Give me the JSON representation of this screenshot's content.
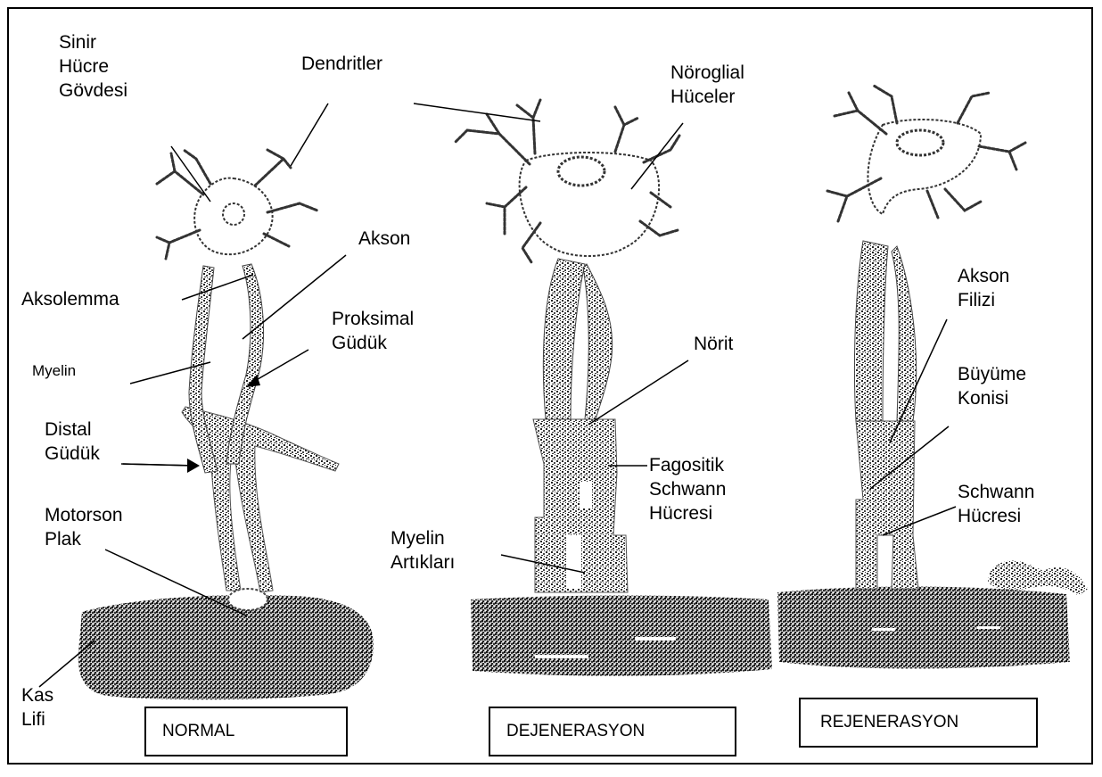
{
  "panels": {
    "normal": "NORMAL",
    "degeneration": "DEJENERASYON",
    "regeneration": "REJENERASYON"
  },
  "labels": {
    "cell_body": [
      "Sinir",
      "Hücre",
      "Gövdesi"
    ],
    "dendrites": "Dendritler",
    "neuroglial": [
      "Nöroglial",
      "Hüceler"
    ],
    "axon": "Akson",
    "axolemma": "Aksolemma",
    "proximal": [
      "Proksimal",
      "Güdük"
    ],
    "myelin": "Myelin",
    "distal": [
      "Distal",
      "Güdük"
    ],
    "motor_plate": [
      "Motorson",
      "Plak"
    ],
    "muscle_fiber": [
      "Kas",
      "Lifi"
    ],
    "neurite": "Nörit",
    "phagocytic": [
      "Fagositik",
      "Schwann",
      "Hücresi"
    ],
    "myelin_debris": [
      "Myelin",
      "Artıkları"
    ],
    "axon_sprout": [
      "Akson",
      "Filizi"
    ],
    "growth_cone": [
      "Büyüme",
      "Konisi"
    ],
    "schwann": [
      "Schwann",
      "Hücresi"
    ]
  }
}
